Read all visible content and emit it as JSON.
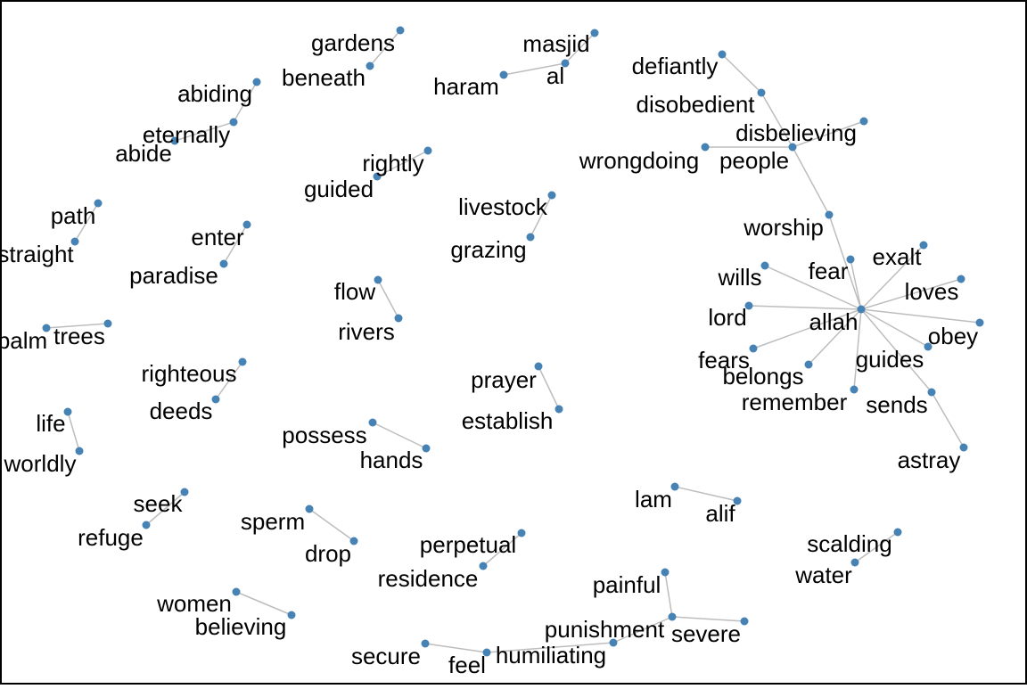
{
  "graph": {
    "edge_color": "#bdbdbd",
    "node_color": "#4682b4",
    "nodes": [
      {
        "id": "gardens",
        "label": "gardens"
      },
      {
        "id": "beneath",
        "label": "beneath"
      },
      {
        "id": "masjid",
        "label": "masjid"
      },
      {
        "id": "al",
        "label": "al"
      },
      {
        "id": "haram",
        "label": "haram"
      },
      {
        "id": "defiantly",
        "label": "defiantly"
      },
      {
        "id": "disobedient",
        "label": "disobedient"
      },
      {
        "id": "disbelieving",
        "label": "disbelieving"
      },
      {
        "id": "wrongdoing",
        "label": "wrongdoing"
      },
      {
        "id": "people",
        "label": "people"
      },
      {
        "id": "abiding",
        "label": "abiding"
      },
      {
        "id": "eternally",
        "label": "eternally"
      },
      {
        "id": "abide",
        "label": "abide"
      },
      {
        "id": "rightly",
        "label": "rightly"
      },
      {
        "id": "guided",
        "label": "guided"
      },
      {
        "id": "livestock",
        "label": "livestock"
      },
      {
        "id": "grazing",
        "label": "grazing"
      },
      {
        "id": "path",
        "label": "path"
      },
      {
        "id": "straight",
        "label": "straight"
      },
      {
        "id": "enter",
        "label": "enter"
      },
      {
        "id": "paradise",
        "label": "paradise"
      },
      {
        "id": "worship",
        "label": "worship"
      },
      {
        "id": "fear",
        "label": "fear"
      },
      {
        "id": "exalt",
        "label": "exalt"
      },
      {
        "id": "wills",
        "label": "wills"
      },
      {
        "id": "loves",
        "label": "loves"
      },
      {
        "id": "flow",
        "label": "flow"
      },
      {
        "id": "rivers",
        "label": "rivers"
      },
      {
        "id": "lord",
        "label": "lord"
      },
      {
        "id": "allah",
        "label": "allah"
      },
      {
        "id": "obey",
        "label": "obey"
      },
      {
        "id": "fears",
        "label": "fears"
      },
      {
        "id": "belongs",
        "label": "belongs"
      },
      {
        "id": "guides",
        "label": "guides"
      },
      {
        "id": "remember",
        "label": "remember"
      },
      {
        "id": "sends",
        "label": "sends"
      },
      {
        "id": "astray",
        "label": "astray"
      },
      {
        "id": "palm",
        "label": "palm"
      },
      {
        "id": "trees",
        "label": "trees"
      },
      {
        "id": "righteous",
        "label": "righteous"
      },
      {
        "id": "deeds",
        "label": "deeds"
      },
      {
        "id": "prayer",
        "label": "prayer"
      },
      {
        "id": "establish",
        "label": "establish"
      },
      {
        "id": "life",
        "label": "life"
      },
      {
        "id": "worldly",
        "label": "worldly"
      },
      {
        "id": "possess",
        "label": "possess"
      },
      {
        "id": "hands",
        "label": "hands"
      },
      {
        "id": "lam",
        "label": "lam"
      },
      {
        "id": "alif",
        "label": "alif"
      },
      {
        "id": "seek",
        "label": "seek"
      },
      {
        "id": "refuge",
        "label": "refuge"
      },
      {
        "id": "sperm",
        "label": "sperm"
      },
      {
        "id": "drop",
        "label": "drop"
      },
      {
        "id": "perpetual",
        "label": "perpetual"
      },
      {
        "id": "residence",
        "label": "residence"
      },
      {
        "id": "scalding",
        "label": "scalding"
      },
      {
        "id": "water",
        "label": "water"
      },
      {
        "id": "painful",
        "label": "painful"
      },
      {
        "id": "women",
        "label": "women"
      },
      {
        "id": "believing",
        "label": "believing"
      },
      {
        "id": "punishment",
        "label": "punishment"
      },
      {
        "id": "severe",
        "label": "severe"
      },
      {
        "id": "secure",
        "label": "secure"
      },
      {
        "id": "feel",
        "label": "feel"
      },
      {
        "id": "humiliating",
        "label": "humiliating"
      }
    ],
    "edges": [
      [
        "beneath",
        "gardens"
      ],
      [
        "haram",
        "al"
      ],
      [
        "al",
        "masjid"
      ],
      [
        "defiantly",
        "disobedient"
      ],
      [
        "disobedient",
        "people"
      ],
      [
        "wrongdoing",
        "people"
      ],
      [
        "disbelieving",
        "people"
      ],
      [
        "people",
        "worship"
      ],
      [
        "worship",
        "allah"
      ],
      [
        "abiding",
        "eternally"
      ],
      [
        "eternally",
        "abide"
      ],
      [
        "guided",
        "rightly"
      ],
      [
        "grazing",
        "livestock"
      ],
      [
        "straight",
        "path"
      ],
      [
        "paradise",
        "enter"
      ],
      [
        "allah",
        "fear"
      ],
      [
        "allah",
        "exalt"
      ],
      [
        "allah",
        "wills"
      ],
      [
        "allah",
        "loves"
      ],
      [
        "allah",
        "lord"
      ],
      [
        "allah",
        "obey"
      ],
      [
        "allah",
        "fears"
      ],
      [
        "allah",
        "belongs"
      ],
      [
        "allah",
        "guides"
      ],
      [
        "allah",
        "remember"
      ],
      [
        "allah",
        "sends"
      ],
      [
        "sends",
        "astray"
      ],
      [
        "flow",
        "rivers"
      ],
      [
        "palm",
        "trees"
      ],
      [
        "deeds",
        "righteous"
      ],
      [
        "prayer",
        "establish"
      ],
      [
        "life",
        "worldly"
      ],
      [
        "possess",
        "hands"
      ],
      [
        "lam",
        "alif"
      ],
      [
        "refuge",
        "seek"
      ],
      [
        "sperm",
        "drop"
      ],
      [
        "residence",
        "perpetual"
      ],
      [
        "water",
        "scalding"
      ],
      [
        "painful",
        "punishment"
      ],
      [
        "punishment",
        "severe"
      ],
      [
        "punishment",
        "humiliating"
      ],
      [
        "women",
        "believing"
      ],
      [
        "secure",
        "feel"
      ],
      [
        "feel",
        "humiliating"
      ]
    ]
  }
}
